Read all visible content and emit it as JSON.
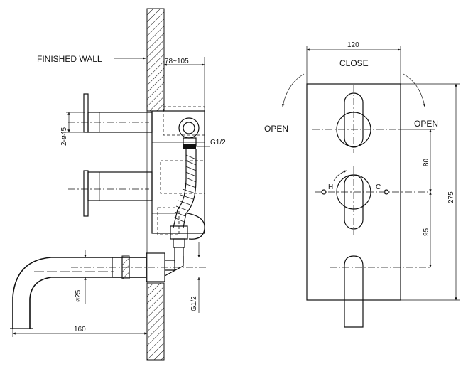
{
  "labels": {
    "finished_wall": "FINISHED WALL",
    "depth_range": "78~105",
    "handle_diameter": "2-ø45",
    "thread_upper": "G1/2",
    "thread_lower": "G1/2",
    "spout_diameter": "ø25",
    "spout_projection": "160",
    "plate_width": "120",
    "close": "CLOSE",
    "open_left": "OPEN",
    "open_right": "OPEN",
    "spacing_upper": "80",
    "spacing_lower": "95",
    "plate_height": "275",
    "hot": "H",
    "cold": "C"
  },
  "colors": {
    "line": "#111111",
    "background": "#ffffff"
  }
}
